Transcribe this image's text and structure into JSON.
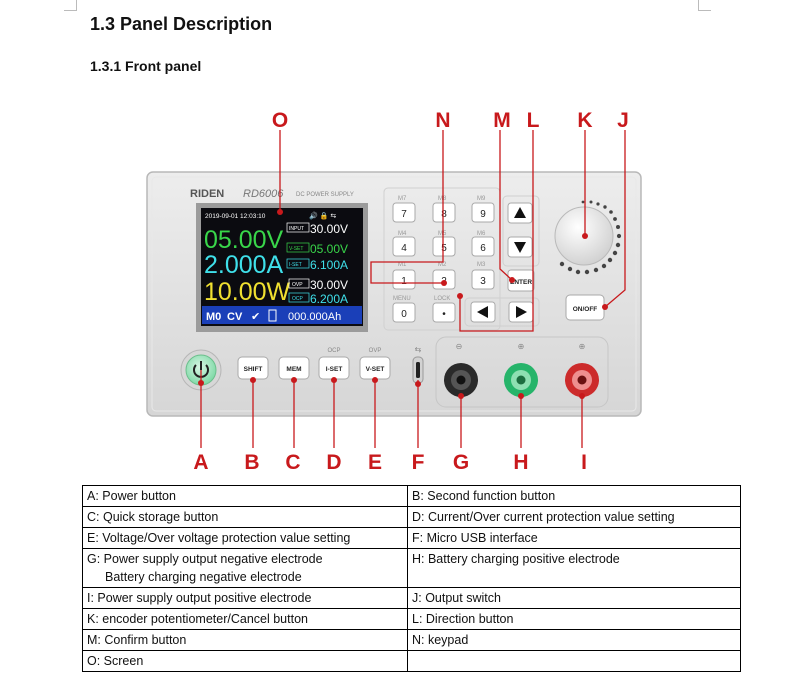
{
  "heading": {
    "section": "1.3 Panel Description",
    "subsection": "1.3.1 Front panel"
  },
  "device": {
    "brand": "RIDEN",
    "model": "RD6006",
    "model_sub": "DC POWER SUPPLY",
    "screen": {
      "datetime": "2019-09-01 12:03:10",
      "volt": "05.00V",
      "amp": "2.000A",
      "watt": "10.00W",
      "input_tag": "INPUT",
      "input_val": "30.00V",
      "vset_tag": "V-SET",
      "vset_val": "05.00V",
      "iset_tag": "I-SET",
      "iset_val": "6.100A",
      "ovp_tag": "OVP",
      "ovp_val": "30.00V",
      "ocp_tag": "OCP",
      "ocp_val": "6.200A",
      "status_m": "M0",
      "status_cv": "CV",
      "capacity": "000.000Ah"
    },
    "keypad": {
      "k7": "7",
      "k8": "8",
      "k9": "9",
      "k4": "4",
      "k5": "5",
      "k6": "6",
      "k1": "1",
      "k2": "2",
      "k3": "3",
      "k0": "0",
      "kdot": "•",
      "m7": "M7",
      "m8": "M8",
      "m9": "M9",
      "m4": "M4",
      "m5": "M5",
      "m6": "M6",
      "m1": "M1",
      "m2": "M2",
      "m3": "M3",
      "menu": "MENU",
      "lock": "LOCK"
    },
    "buttons": {
      "enter": "ENTER",
      "onoff": "ON/OFF",
      "shift": "SHIFT",
      "mem": "MEM",
      "iset": "I-SET",
      "vset": "V-SET",
      "ocp": "OCP",
      "ovp": "OVP"
    }
  },
  "labels": [
    "A",
    "B",
    "C",
    "D",
    "E",
    "F",
    "G",
    "H",
    "I",
    "J",
    "K",
    "L",
    "M",
    "N",
    "O"
  ],
  "table": [
    [
      "A: Power button",
      "B: Second function button"
    ],
    [
      "C: Quick storage button",
      "D: Current/Over current protection value setting"
    ],
    [
      "E: Voltage/Over voltage protection value setting",
      "F: Micro USB interface"
    ],
    [
      "G: Power supply output negative electrode",
      "H: Battery charging positive electrode"
    ],
    [
      "Battery charging negative electrode",
      ""
    ],
    [
      "I: Power supply output positive electrode",
      "J: Output switch"
    ],
    [
      "K: encoder potentiometer/Cancel button",
      "L: Direction button"
    ],
    [
      "M: Confirm button",
      "N: keypad"
    ],
    [
      "O: Screen",
      ""
    ]
  ],
  "colors": {
    "label_red": "#c8191c",
    "screen_green": "#39d64a",
    "screen_cyan": "#3fe0ea",
    "screen_yellow": "#f0e030"
  }
}
